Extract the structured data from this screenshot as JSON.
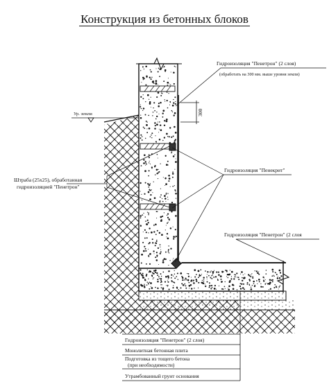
{
  "title": "Конструкция из бетонных блоков",
  "callouts": {
    "penetron_top_line1": "Гидроизоляция \"Пенетрон\" (2 слоя)",
    "penetron_top_line2": "(обработать на 300 мм. выше уровня земли)",
    "penecrit": "Гидроизоляция \"Пенекрит\"",
    "shtraba_line1": "Штраба (25х25), обработанная",
    "shtraba_line2": "гидроизоляцией \"Пенетрон\"",
    "penetron_right": "Гидроизоляция \"Пенетрон\" (2 слоя"
  },
  "ground_level": "Ур. земли",
  "dimension": "300",
  "layers": [
    "Гидроизоляция \"Пенетрон\" (2 слоя)",
    "Монолитная бетонная плита",
    "Подготовка из тощего бетона",
    "(при необходимости)",
    "Утрамбованный грунт основания"
  ],
  "colors": {
    "line": "#111111",
    "hatch": "#222222",
    "concrete_fill": "#ffffff",
    "dot": "#1a1a1a"
  }
}
